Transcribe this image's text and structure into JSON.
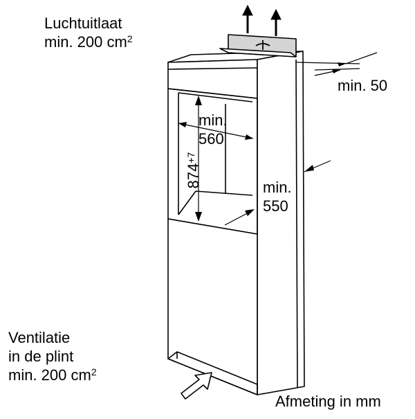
{
  "labels": {
    "air_outlet_title": "Luchtuitlaat",
    "air_outlet_min": "min. 200 cm",
    "air_outlet_exp": "2",
    "plinth_line1": "Ventilatie",
    "plinth_line2": "in de plint",
    "plinth_min": "min. 200 cm",
    "plinth_exp": "2",
    "top_depth": "min. 50",
    "niche_width_line1": "min.",
    "niche_width_line2": "560",
    "side_depth_line1": "min.",
    "side_depth_line2": "550",
    "niche_height": "874",
    "niche_height_tol": "+7",
    "units": "Afmeting in mm"
  }
}
